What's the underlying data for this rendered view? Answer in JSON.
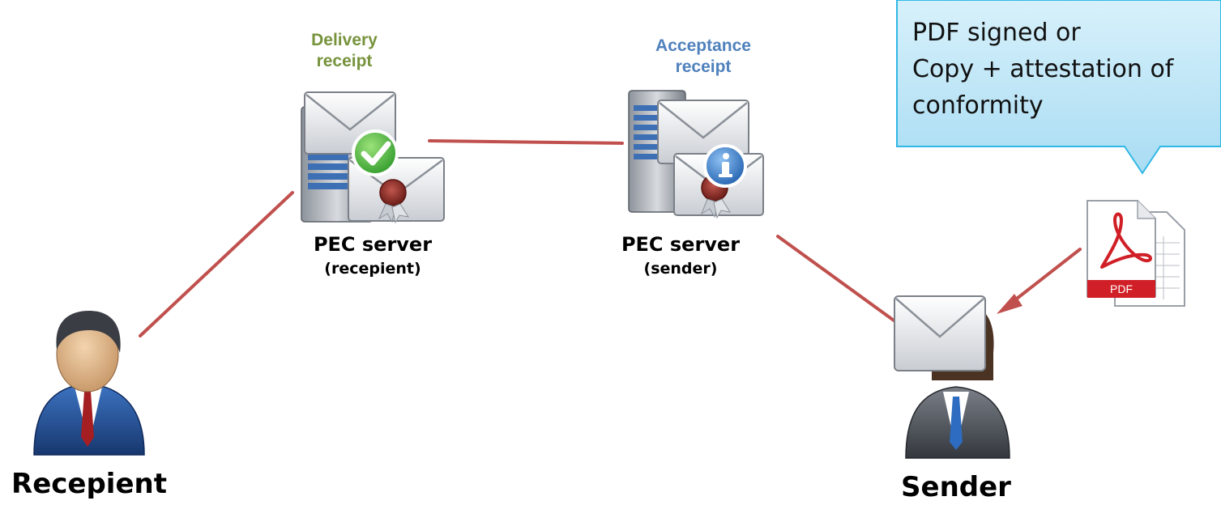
{
  "receipts": {
    "delivery": {
      "line1": "Delivery",
      "line2": "receipt",
      "color": "#77933c"
    },
    "acceptance": {
      "line1": "Acceptance",
      "line2": "receipt",
      "color": "#4f81bd"
    }
  },
  "servers": {
    "recipient": {
      "title": "PEC server",
      "subtitle": "(recepient)",
      "badge_icon": "check-icon"
    },
    "sender": {
      "title": "PEC server",
      "subtitle": "(sender)",
      "badge_icon": "info-icon"
    }
  },
  "actors": {
    "recipient": {
      "label": "Recepient"
    },
    "sender": {
      "label": "Sender"
    }
  },
  "callout": {
    "lines": [
      "PDF signed or",
      "Copy + attestation of",
      "conformity"
    ]
  },
  "pdf": {
    "label": "PDF"
  },
  "colors": {
    "connector": "#c0504d",
    "callout_fill": "#bfe6f7",
    "callout_border": "#31b8e6"
  }
}
